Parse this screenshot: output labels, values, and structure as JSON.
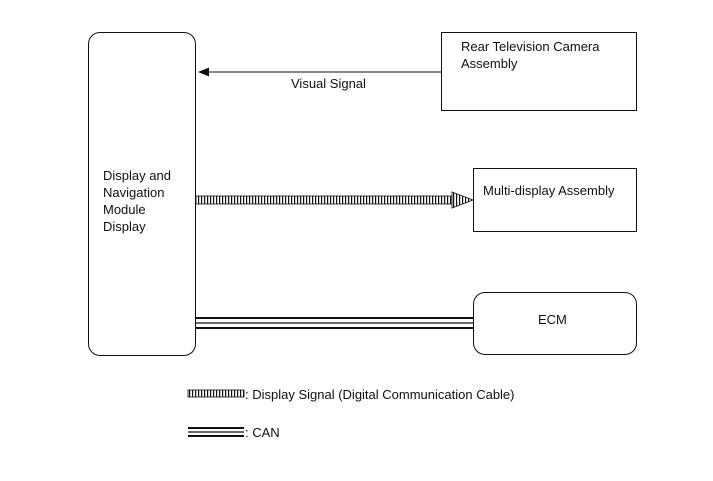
{
  "nodes": {
    "display_module": "Display and\nNavigation\nModule\nDisplay",
    "rear_camera": "Rear Television Camera\nAssembly",
    "multi_display": "Multi-display Assembly",
    "ecm": "ECM"
  },
  "connections": {
    "visual_signal": "Visual Signal"
  },
  "legend": {
    "display_signal": ": Display Signal (Digital Communication Cable)",
    "can": ": CAN"
  }
}
